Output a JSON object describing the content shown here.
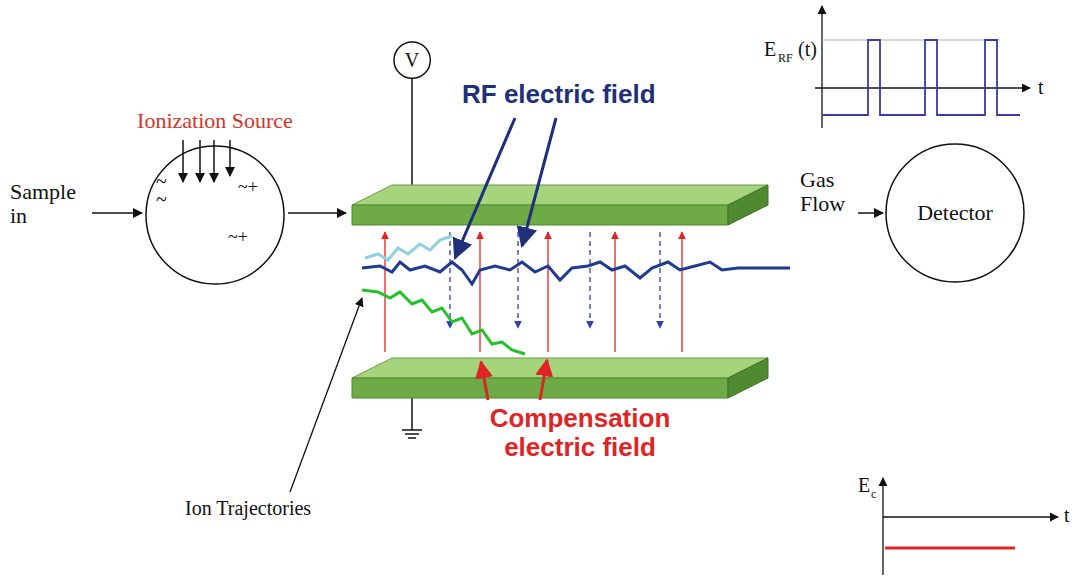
{
  "diagram": {
    "nodes": [
      {
        "text": [
          "Ionization Source"
        ]
      },
      {
        "text": [
          "V"
        ]
      },
      {
        "text": [
          "Detector"
        ]
      }
    ],
    "labels": [
      "Sample in",
      "Gas Flow",
      "RF electric field",
      "Compensation electric field",
      "Ion Trajectories",
      "E",
      "RF",
      "(t)",
      "t",
      "E",
      "c",
      "t",
      "~",
      "~",
      "~+",
      "~+"
    ]
  }
}
